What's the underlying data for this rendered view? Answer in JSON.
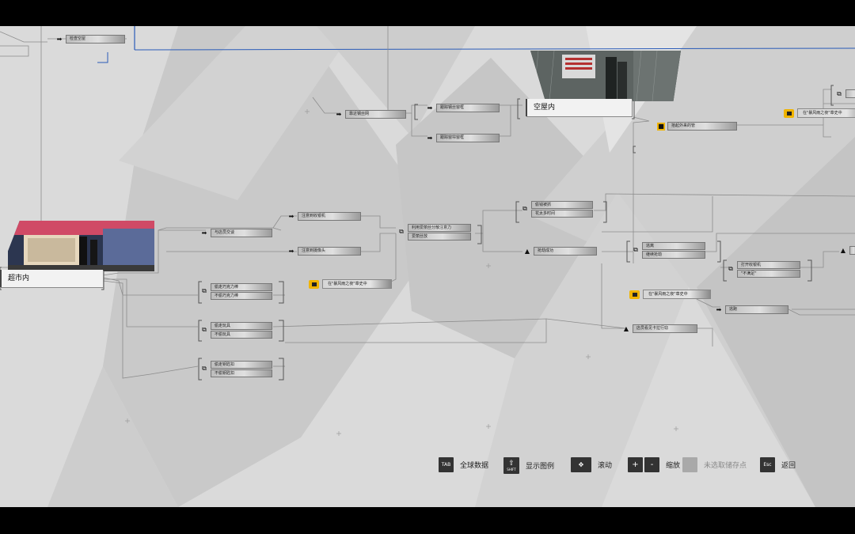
{
  "chapters": {
    "empty_house": "空屋内",
    "supermarket": "超市内"
  },
  "nodes": {
    "check_surroundings": "检查空屋",
    "lean_on_door": "靠近钢丝网",
    "break_left_window": "跟踪钢丝窗框",
    "break_right_window": "跟踪窗帘窗框",
    "waiting_for_help": "拾起外来的管",
    "talk_to_clerk": "与店员交谈",
    "notice_cashier": "注意到收银机",
    "notice_camera": "注意到摄像头",
    "trap_1a": "偷走巧克力棒",
    "trap_1b": "不偷巧克力棒",
    "trap_2a": "偷走玩具",
    "trap_2b": "不偷玩具",
    "trap_3a": "偷走钥匙扣",
    "trap_3b": "不偷钥匙扣",
    "distract_a": "利用爱丽丝分散注意力",
    "distract_b": "爱丽丝放",
    "hide_a": "偷钱被抓",
    "hide_b": "花太多时间",
    "robbery_result": "抢劫成功",
    "surrender_a": "逃离",
    "surrender_b": "继续抢劫",
    "open_register_a": "打开收银机",
    "open_register_b": "\"不满足\"",
    "ralph": "逃跑",
    "caught_by_guard": "店员看见卡拉行窃"
  },
  "locked": {
    "label": "在\"暴风雨之夜\"章史中"
  },
  "legend": {
    "tab_key": "TAB",
    "tab_label": "全球数据",
    "shift_key": "SHIFT",
    "shift_label": "显示图例",
    "scroll_label": "滚动",
    "zoom_plus": "+",
    "zoom_minus": "-",
    "zoom_label": "缩放",
    "unselected_label": "未选取储存点",
    "esc_key": "Esc",
    "esc_label": "返回"
  }
}
